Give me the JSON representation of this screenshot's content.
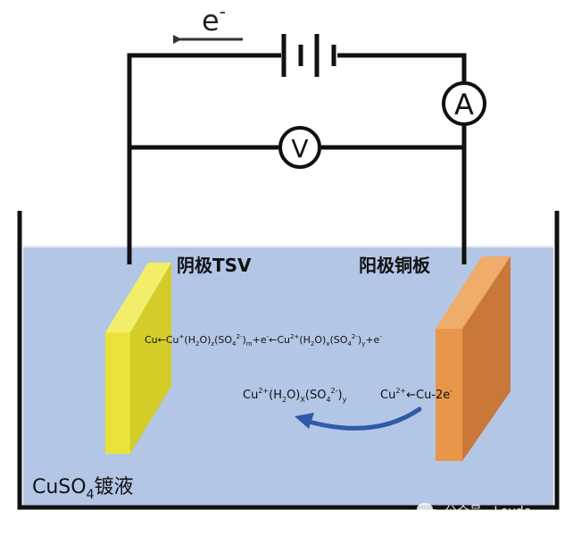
{
  "electron_flow": {
    "symbol": "e",
    "charge": "-"
  },
  "meters": {
    "ammeter": "A",
    "voltmeter": "V"
  },
  "cathode": {
    "label": "阴极TSV",
    "color": "#e8e23a"
  },
  "anode": {
    "label": "阳极铜板",
    "color": "#e8964a"
  },
  "electrolyte": {
    "formula_main": "CuSO",
    "formula_sub": "4",
    "suffix": "镀液",
    "color": "#b3c6e6"
  },
  "reactions": {
    "cathode_reaction": {
      "p1": "Cu←Cu",
      "p2": "+",
      "p3": "(H",
      "p4": "2",
      "p5": "O)",
      "p6": "z",
      "p7": "(SO",
      "p8": "4",
      "p9": "2-",
      "p10": ")",
      "p11": "m",
      "p12": "+e",
      "p13": "-",
      "p14": "←Cu",
      "p15": "2+",
      "p16": "(H",
      "p17": "2",
      "p18": "O)",
      "p19": "x",
      "p20": "(SO",
      "p21": "4",
      "p22": "2-",
      "p23": ")",
      "p24": "y",
      "p25": "+e",
      "p26": "-"
    },
    "complex": {
      "p1": "Cu",
      "p2": "2+",
      "p3": "(H",
      "p4": "2",
      "p5": "O)",
      "p6": "X",
      "p7": "(SO",
      "p8": "4",
      "p9": "2-",
      "p10": ")",
      "p11": "y"
    },
    "anode_reaction": {
      "p1": "Cu",
      "p2": "2+",
      "p3": "←Cu-2e",
      "p4": "-"
    },
    "arrow_color": "#2f5aa8"
  },
  "watermark": {
    "text": "公众号 · Loyde"
  }
}
